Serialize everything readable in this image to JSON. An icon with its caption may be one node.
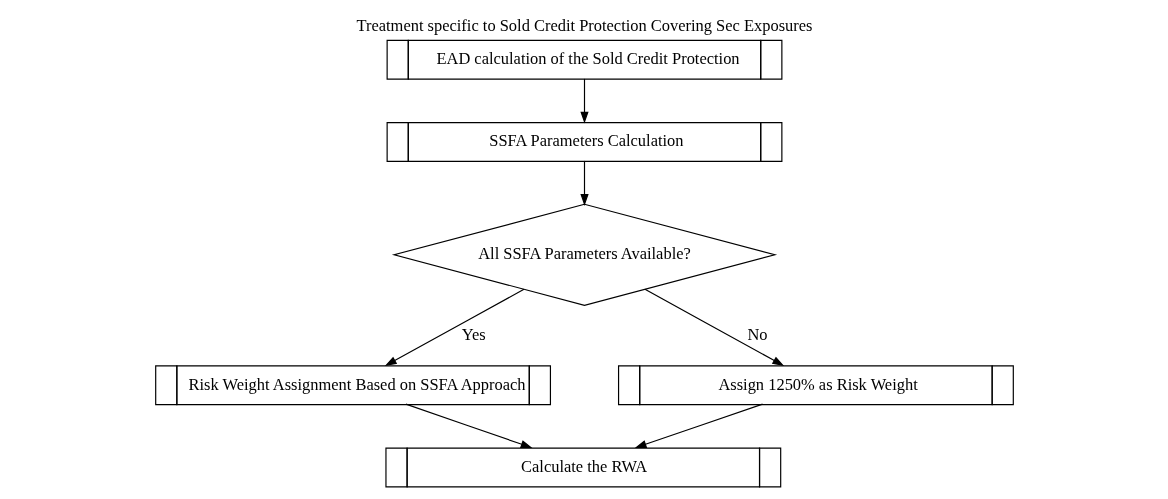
{
  "diagram": {
    "title": "Treatment specific to Sold Credit Protection Covering Sec Exposures",
    "nodes": [
      {
        "text": [
          "EAD calculation of the Sold Credit Protection"
        ]
      },
      {
        "text": [
          "SSFA Parameters Calculation"
        ]
      },
      {
        "text": [
          "All SSFA Parameters Available?"
        ]
      },
      {
        "text": [
          "Risk Weight Assignment Based on SSFA Approach"
        ]
      },
      {
        "text": [
          "Assign 1250% as Risk Weight"
        ]
      },
      {
        "text": [
          "Calculate the RWA"
        ]
      }
    ],
    "edges": [
      {
        "from": 0,
        "to": 1,
        "arrow": "to"
      },
      {
        "from": 1,
        "to": 2,
        "arrow": "to"
      },
      {
        "from": 2,
        "to": 3,
        "arrow": "to",
        "label": "Yes"
      },
      {
        "from": 2,
        "to": 4,
        "arrow": "to",
        "label": "No"
      },
      {
        "from": 3,
        "to": 5,
        "arrow": "to"
      },
      {
        "from": 4,
        "to": 5,
        "arrow": "to"
      }
    ]
  }
}
